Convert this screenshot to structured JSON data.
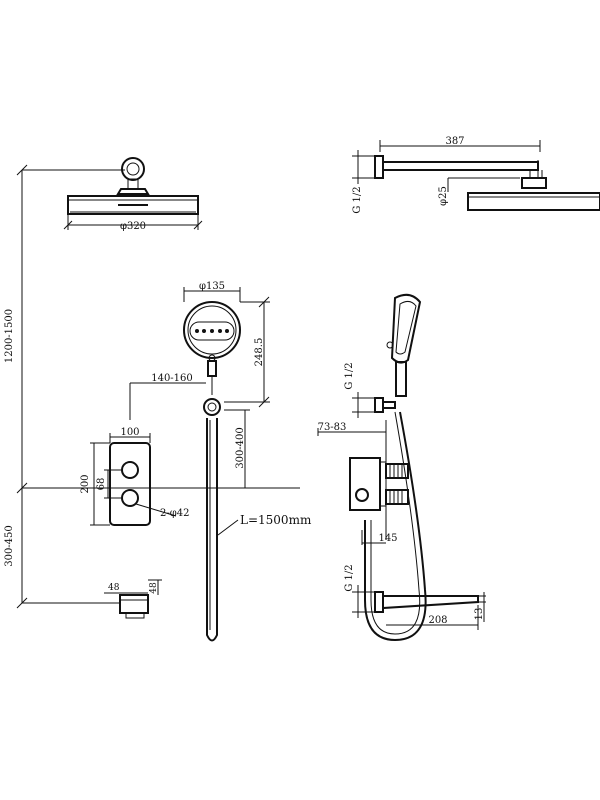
{
  "labels": {
    "head_diameter": "φ320",
    "shower_height": "1200-1500",
    "spout_height": "300-450",
    "handheld_diameter": "φ135",
    "handheld_length": "248.5",
    "slide_offset": "140-160",
    "valve_to_holder": "300-400",
    "valve_width": "100",
    "valve_height": "200",
    "knob_spacing": "68",
    "knob_diameter": "2-φ42",
    "hose_length": "L=1500mm",
    "spout_width": "48",
    "spout_depth": "48",
    "arm_length": "387",
    "arm_thread": "G 1/2",
    "arm_diameter": "φ25",
    "holder_thread": "G 1/2",
    "valve_depth": "73-83",
    "valve_to_spout": "145",
    "spout_thread": "G 1/2",
    "spout_projection": "208",
    "spout_thickness": "13"
  }
}
